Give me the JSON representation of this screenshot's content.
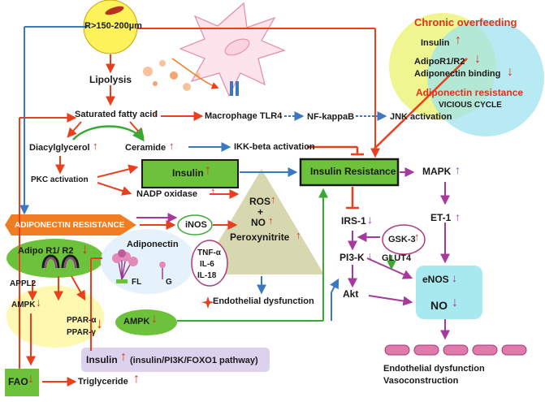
{
  "colors": {
    "arrow_red": "#e8401c",
    "arrow_blue": "#3a78c2",
    "arrow_purple": "#a63a9c",
    "arrow_green": "#39a935",
    "green_box": "#6cc23a",
    "orange_band": "#ef7d22",
    "yellow_circle": "#fff35c",
    "cyan_circle": "#9fe3ee",
    "cyan_box": "#a8e8ef",
    "triangle": "#d8d8b0",
    "lavender_box": "#dcd2ee"
  },
  "nodes": {
    "radius": "R>150-200µm",
    "lipolysis": "Lipolysis",
    "saturated_fa": "Saturated fatty acid",
    "macrophage_tlr4": "Macrophage TLR4",
    "nf_kappab": "NF-kappaB",
    "jnk": "JNK activation",
    "diacylglycerol": "Diacylglycerol",
    "ceramide": "Ceramide",
    "ikk_beta": "IKK-beta activation",
    "pkc": "PKC activation",
    "insulin_box": "Insulin",
    "insulin_resistance": "Insulin Resistance",
    "mapk": "MAPK",
    "nadp": "NADP oxidase",
    "ros": "ROS",
    "plus": "+",
    "no": "NO",
    "peroxynitrite": "Peroxynitrite",
    "adiponectin_resistance": "ADIPONECTIN RESISTANCE",
    "inos": "iNOS",
    "irs1": "IRS-1",
    "et1": "ET-1",
    "gsk3": "GSK-3",
    "glut4": "GLUT4",
    "pi3k": "PI3-K",
    "akt": "Akt",
    "enos": "eNOS",
    "no2": "NO",
    "adipo_r": "Adipo R1/ R2",
    "appl2": "APPL2",
    "adiponectin": "Adiponectin",
    "fl": "FL",
    "g": "G",
    "tnf": "TNF-α",
    "il6": "IL-6",
    "il18": "IL-18",
    "ampk_left": "AMPK",
    "ppar_a": "PPAR-α",
    "ppar_g": "PPAR-γ",
    "ampk_box": "AMPK",
    "endothelial_dysfunction": "Endothelial dysfunction",
    "insulin_pathway": "Insulin",
    "insulin_pathway_note": "(insulin/PI3K/FOXO1 pathway)",
    "fao": "FAO",
    "triglyceride": "Triglyceride",
    "vessel_caption_1": "Endothelial dysfunction",
    "vessel_caption_2": "Vasoconstruction"
  },
  "venn": {
    "title": "Chronic overfeeding",
    "insulin": "Insulin",
    "adipor": "AdipoR1/R2",
    "binding": "Adiponectin binding",
    "resistance": "Adiponectin resistance",
    "cycle": "VICIOUS CYCLE"
  }
}
